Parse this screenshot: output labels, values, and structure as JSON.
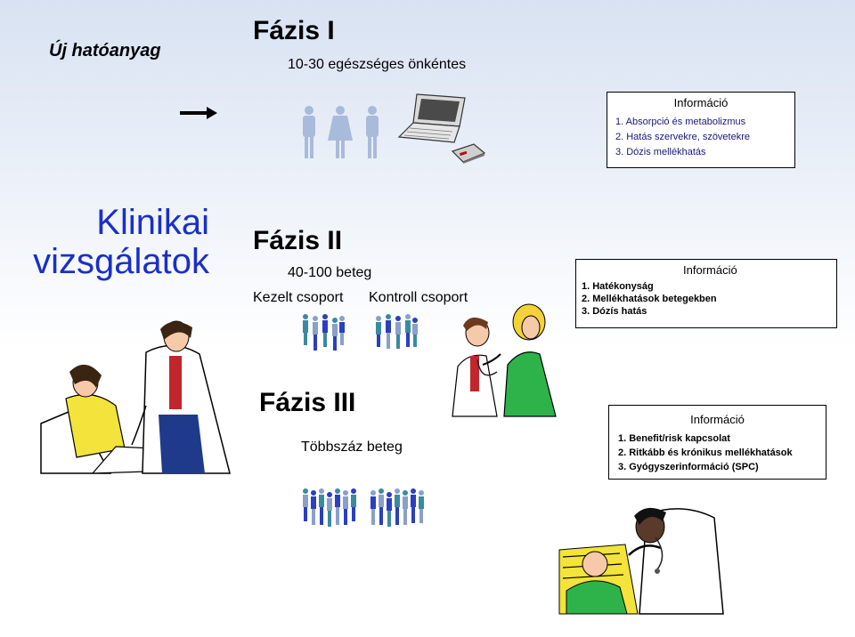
{
  "new_drug_label": "Új hatóanyag",
  "clinical_label": {
    "line1": "Klinikai",
    "line2": "vizsgálatok"
  },
  "phase1": {
    "title": "Fázis I",
    "subtitle": "10-30 egészséges önkéntes",
    "info": {
      "header": "Információ",
      "items": [
        "1. Absorpció és metabolizmus",
        "2. Hatás szervekre, szövetekre",
        "3. Dózis mellékhatás"
      ]
    }
  },
  "phase2": {
    "title": "Fázis II",
    "subtitle": "40-100 beteg",
    "treated_group": "Kezelt csoport",
    "control_group": "Kontroll csoport",
    "info": {
      "header": "Információ",
      "items": [
        "1. Hatékonyság",
        "2. Mellékhatások betegekben",
        "3. Dózís hatás"
      ]
    }
  },
  "phase3": {
    "title": "Fázis III",
    "subtitle": "Többszáz beteg",
    "info": {
      "header": "Információ",
      "items": [
        "1. Benefit/risk kapcsolat",
        "2. Ritkább és krónikus mellékhatások",
        "3. Gyógyszerinformáció (SPC)"
      ]
    }
  },
  "colors": {
    "clinical_text": "#1a2fc8",
    "figure_light": "#8aa0c8",
    "figure_blue": "#2b3fc0",
    "figure_teal": "#3a8aa0"
  }
}
